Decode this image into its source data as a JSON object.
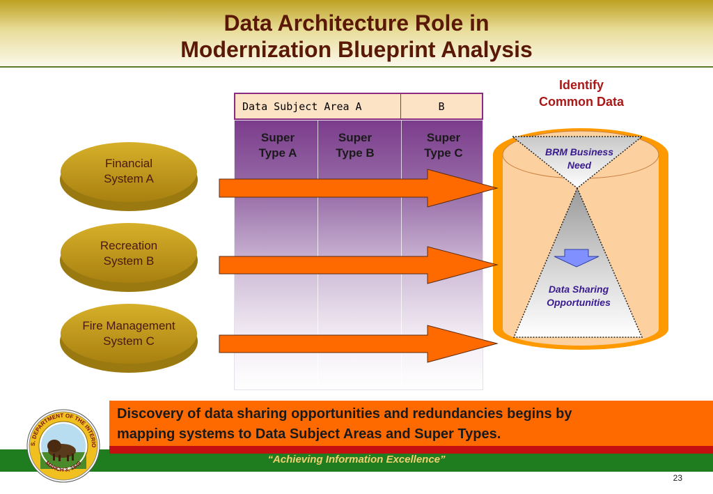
{
  "title_line1": "Data Architecture Role in",
  "title_line2": "Modernization Blueprint Analysis",
  "identify_line1": "Identify",
  "identify_line2": "Common Data",
  "subject_area_a": "Data Subject Area A",
  "subject_area_b": "B",
  "super_types": [
    {
      "line1": "Super",
      "line2": "Type A"
    },
    {
      "line1": "Super",
      "line2": "Type B"
    },
    {
      "line1": "Super",
      "line2": "Type C"
    }
  ],
  "systems": [
    {
      "line1": "Financial",
      "line2": "System A"
    },
    {
      "line1": "Recreation",
      "line2": "System B"
    },
    {
      "line1": "Fire Management",
      "line2": "System C"
    }
  ],
  "brm_line1": "BRM Business",
  "brm_line2": "Need",
  "sharing_line1": "Data Sharing",
  "sharing_line2": "Opportunities",
  "bottom_line1": "Discovery of data sharing opportunities and redundancies begins by",
  "bottom_line2": "mapping systems to Data Subject Areas and Super Types.",
  "tagline": "“Achieving Information Excellence”",
  "page_number": "23",
  "seal": {
    "top_text": "U.S. DEPARTMENT OF THE INTERIOR",
    "bottom_text": "MARCH 3, 1849"
  },
  "colors": {
    "title": "#5a1806",
    "identify": "#aa1818",
    "arrow": "#fe6a00",
    "oval": "#c8a020",
    "cylinder": "#fdd0a0",
    "cylinder_rim": "#fe9a00",
    "bottom_box": "#fe6a00",
    "green_bar": "#1f7d1f"
  }
}
